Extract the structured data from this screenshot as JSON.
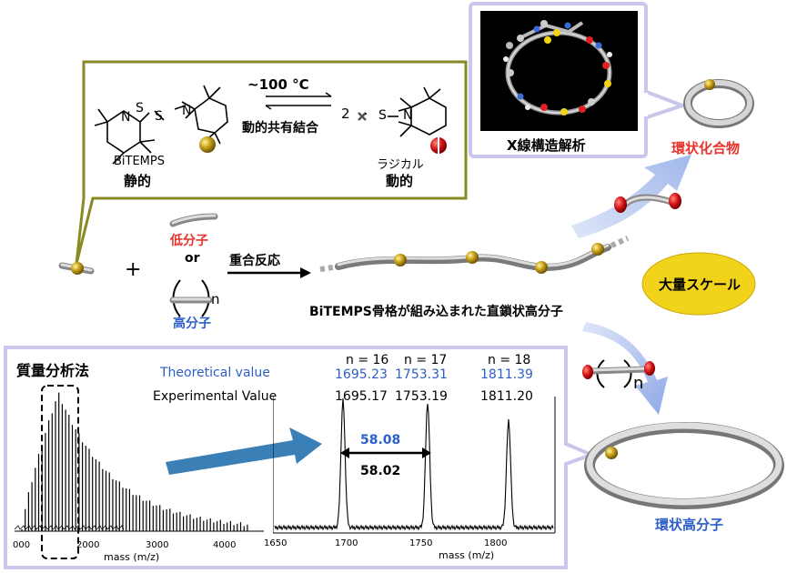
{
  "reaction": {
    "temperature": "~100 °C",
    "bond_label": "動的共有結合",
    "coefficient": "2",
    "bitemps_name": "BiTEMPS",
    "static_label": "静的",
    "radical_name": "ラジカル",
    "dynamic_label": "動的",
    "atoms": {
      "S": "S",
      "N": "N"
    }
  },
  "xray": {
    "label": "X線構造解析"
  },
  "products": {
    "cyclic_compound": "環状化合物",
    "cyclic_polymer": "環状高分子"
  },
  "reagents": {
    "plus": "+",
    "low_mw": "低分子",
    "or": "or",
    "polymer": "高分子",
    "subscript_n": "n"
  },
  "polymerization": {
    "label": "重合反応",
    "product": "BiTEMPS骨格が組み込まれた直鎖状高分子"
  },
  "scale_badge": "大量スケール",
  "ms": {
    "title": "質量分析法",
    "theoretical_label": "Theoretical value",
    "experimental_label": "Experimental Value",
    "peaks": [
      {
        "n": "n = 16",
        "theo": "1695.23",
        "exp": "1695.17"
      },
      {
        "n": "n = 17",
        "theo": "1753.31",
        "exp": "1753.19"
      },
      {
        "n": "n = 18",
        "theo": "1811.39",
        "exp": "1811.20"
      }
    ],
    "diff_theo": "58.08",
    "diff_exp": "58.02",
    "left_axis": {
      "ticks": [
        "000",
        "2000",
        "3000",
        "4000"
      ],
      "label": "mass (m/z)"
    },
    "right_axis": {
      "ticks": [
        "1650",
        "1700",
        "1750",
        "1800"
      ],
      "label": "mass (m/z)"
    }
  },
  "colors": {
    "olive": "#8a8a24",
    "lavender": "#c9c7ec",
    "red": "#e8332b",
    "blue": "#2d5ec8",
    "gold": "#f1d31b"
  }
}
